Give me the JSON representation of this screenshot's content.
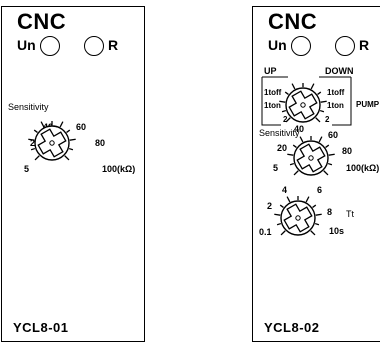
{
  "brand": "CNC",
  "indicators": {
    "un": "Un",
    "r": "R"
  },
  "panel1": {
    "model": "YCL8-01",
    "sensitivity_label": "Sensitivity",
    "ticks": [
      "5",
      "20",
      "40",
      "60",
      "80",
      "100(kΩ)"
    ]
  },
  "panel2": {
    "model": "YCL8-02",
    "switch": {
      "up": "UP",
      "down": "DOWN",
      "left_top": "1toff",
      "left_mid": "1ton",
      "left_bottom": "2",
      "right_top": "1toff",
      "right_mid": "1ton",
      "right_bottom": "2",
      "side_label": "PUMP"
    },
    "sensitivity_label": "Sensitivity",
    "ticks": [
      "5",
      "20",
      "40",
      "60",
      "80",
      "100(kΩ)"
    ],
    "time_label": "Tt",
    "time_ticks": [
      "0.1",
      "2",
      "4",
      "6",
      "8",
      "10s"
    ]
  }
}
